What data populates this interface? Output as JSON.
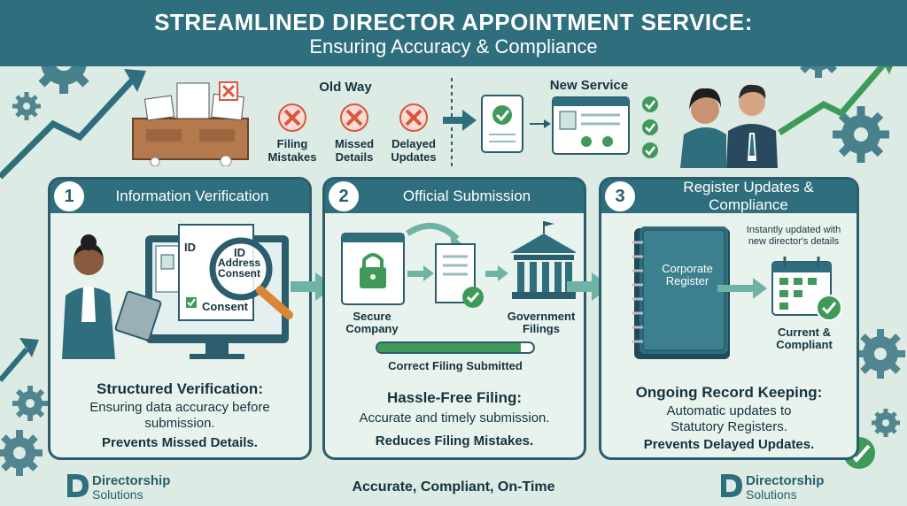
{
  "header": {
    "title": "STREAMLINED DIRECTOR APPOINTMENT SERVICE:",
    "subtitle": "Ensuring Accuracy & Compliance"
  },
  "comparison": {
    "old_label": "Old Way",
    "new_label": "New Service",
    "old_items": [
      {
        "line1": "Filing",
        "line2": "Mistakes"
      },
      {
        "line1": "Missed",
        "line2": "Details"
      },
      {
        "line1": "Delayed",
        "line2": "Updates"
      }
    ]
  },
  "panels": [
    {
      "number": "1",
      "title": "Information Verification",
      "doc_labels": [
        "ID",
        "ID",
        "Address",
        "Consent",
        "Consent"
      ],
      "heading": "Structured Verification:",
      "body_lines": [
        "Ensuring data accuracy before",
        "submission."
      ],
      "footer": "Prevents Missed Details."
    },
    {
      "number": "2",
      "title": "Official Submission",
      "left_label": [
        "Secure",
        "Company"
      ],
      "right_label": [
        "Government",
        "Filings"
      ],
      "progress_label": "Correct Filing Submitted",
      "progress": 0.92,
      "heading": "Hassle-Free Filing:",
      "body_lines": [
        "Accurate and timely submission."
      ],
      "footer": "Reduces Filing Mistakes."
    },
    {
      "number": "3",
      "title": "Register Updates & Compliance",
      "register_label": [
        "Corporate",
        "Register"
      ],
      "note_lines": [
        "Instantly updated with",
        "new director's details"
      ],
      "status_lines": [
        "Current &",
        "Compliant"
      ],
      "heading": "Ongoing Record Keeping:",
      "body_lines": [
        "Automatic updates to",
        "Statutory Registers."
      ],
      "footer": "Prevents Delayed Updates."
    }
  ],
  "footer": {
    "tagline": "Accurate, Compliant, On-Time",
    "brand_name": "Directorship",
    "brand_sub": "Solutions"
  },
  "colors": {
    "primary": "#2f6e7d",
    "background": "#dcebe4",
    "accent_green": "#3f9a5a",
    "alert_red": "#d9573f"
  }
}
